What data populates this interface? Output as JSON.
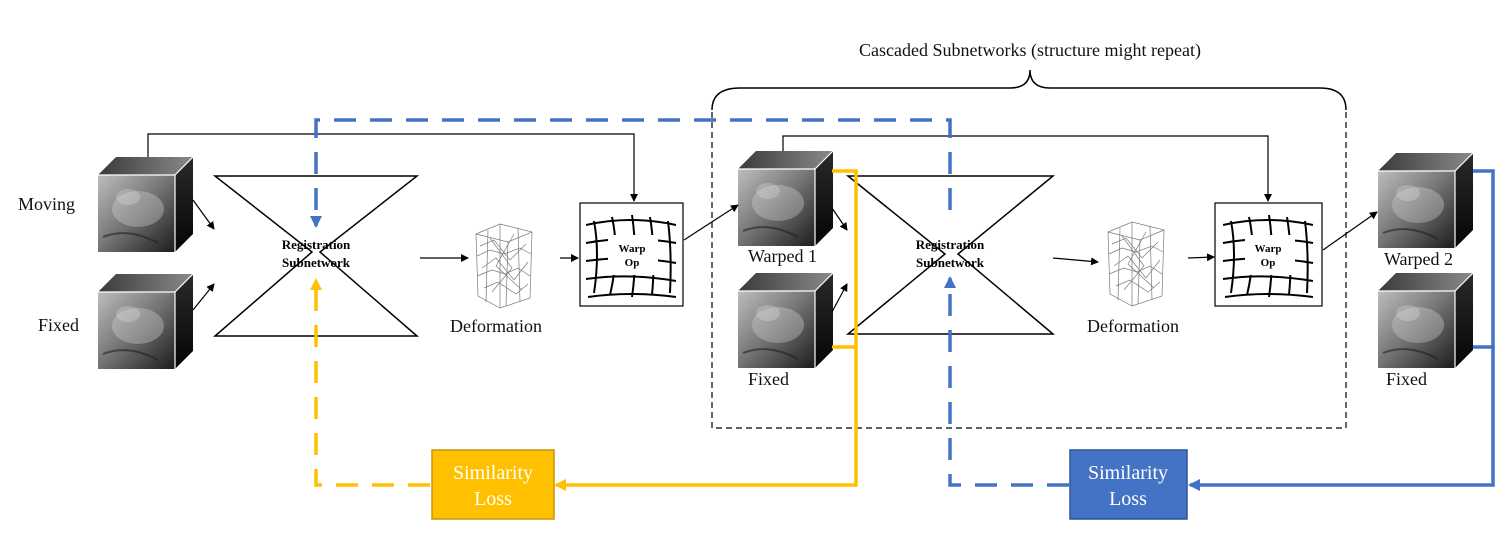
{
  "title": "Cascaded Subnetworks (structure might repeat)",
  "inputs": {
    "moving": "Moving",
    "fixed": "Fixed"
  },
  "stage1": {
    "network": {
      "line1": "Registration",
      "line2": "Subnetwork"
    },
    "deformation": "Deformation",
    "warp": {
      "line1": "Warp",
      "line2": "Op"
    }
  },
  "stage2": {
    "warped": "Warped 1",
    "fixed": "Fixed",
    "network": {
      "line1": "Registration",
      "line2": "Subnetwork"
    },
    "deformation": "Deformation",
    "warp": {
      "line1": "Warp",
      "line2": "Op"
    }
  },
  "outputs": {
    "warped": "Warped 2",
    "fixed": "Fixed"
  },
  "loss1": {
    "line1": "Similarity",
    "line2": "Loss",
    "color": "#FFC000",
    "border": "#C8960C"
  },
  "loss2": {
    "line1": "Similarity",
    "line2": "Loss",
    "color": "#4472C4",
    "border": "#2F5597"
  },
  "colors": {
    "yellow": "#FFC000",
    "blue": "#4472C4",
    "line": "#000000"
  }
}
